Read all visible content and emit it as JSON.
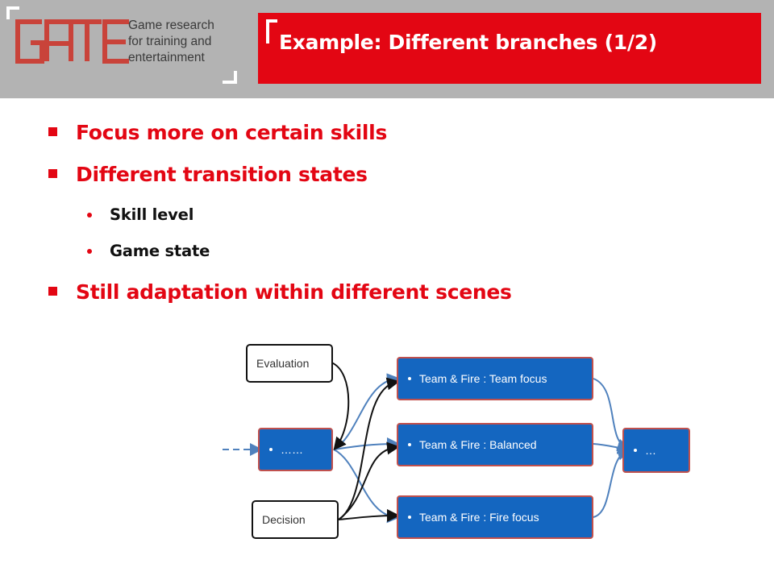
{
  "header": {
    "logo_word": "GATE",
    "logo_lines": [
      "Game research",
      "for training and",
      "entertainment"
    ],
    "title": "Example: Different branches  (1/2)"
  },
  "bullets": {
    "focus": "Focus more on certain skills",
    "transition": "Different transition states",
    "skill_level": "Skill level",
    "game_state": "Game state",
    "adaptation": "Still adaptation within different scenes"
  },
  "diagram": {
    "evaluation": "Evaluation",
    "decision": "Decision",
    "start": "……",
    "team_focus": "Team & Fire : Team focus",
    "balanced": "Team & Fire : Balanced",
    "fire_focus": "Team & Fire : Fire focus",
    "end": "…"
  },
  "colors": {
    "header_gray": "#b3b3b3",
    "accent_red": "#e30613",
    "node_blue": "#1466c0",
    "node_border": "#c0504d",
    "arrow_blue": "#4f81bd"
  }
}
